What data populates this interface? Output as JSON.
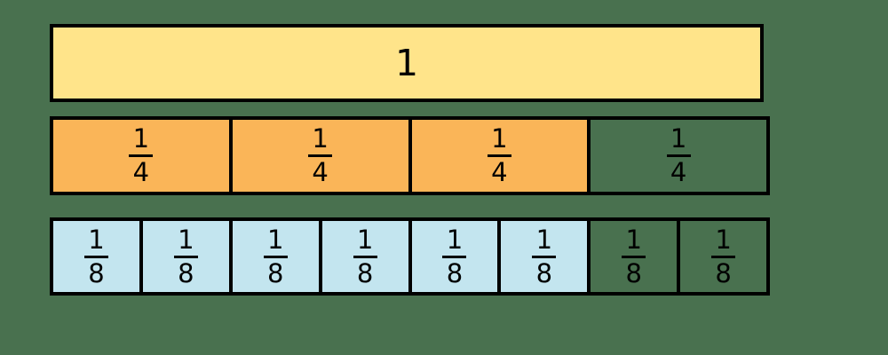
{
  "colors": {
    "background": "#49714F",
    "border": "#000000",
    "text": "#000000",
    "whole_fill": "#FFE48A",
    "fourth_fill": "#FAB558",
    "eighth_fill": "#C3E5EF",
    "unfilled": "transparent"
  },
  "strips": [
    {
      "name": "whole",
      "fill": "#FFE48A",
      "cells": [
        {
          "label": "1",
          "filled": true
        }
      ]
    },
    {
      "name": "fourths",
      "fill": "#FAB558",
      "cells": [
        {
          "numerator": "1",
          "denominator": "4",
          "filled": true
        },
        {
          "numerator": "1",
          "denominator": "4",
          "filled": true
        },
        {
          "numerator": "1",
          "denominator": "4",
          "filled": true
        },
        {
          "numerator": "1",
          "denominator": "4",
          "filled": false
        }
      ]
    },
    {
      "name": "eighths",
      "fill": "#C3E5EF",
      "cells": [
        {
          "numerator": "1",
          "denominator": "8",
          "filled": true
        },
        {
          "numerator": "1",
          "denominator": "8",
          "filled": true
        },
        {
          "numerator": "1",
          "denominator": "8",
          "filled": true
        },
        {
          "numerator": "1",
          "denominator": "8",
          "filled": true
        },
        {
          "numerator": "1",
          "denominator": "8",
          "filled": true
        },
        {
          "numerator": "1",
          "denominator": "8",
          "filled": true
        },
        {
          "numerator": "1",
          "denominator": "8",
          "filled": false
        },
        {
          "numerator": "1",
          "denominator": "8",
          "filled": false
        }
      ]
    }
  ]
}
